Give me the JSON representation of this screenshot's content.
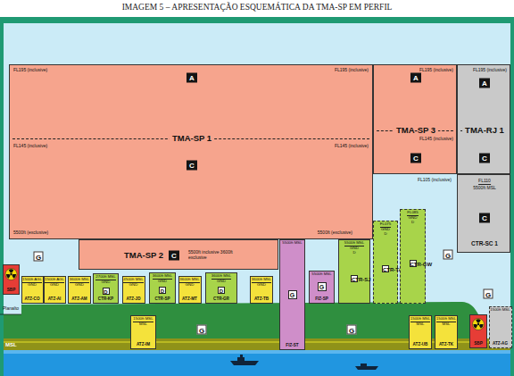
{
  "diagram": {
    "title": "IMAGEM 5 – APRESENTAÇÃO ESQUEMÁTICA DA TMA-SP EM PERFIL",
    "nodes": [
      {
        "text": [
          "FL195 (inclusive)",
          "FL195 (inclusive)",
          "A",
          "TMA-SP 1",
          "FL145 (inclusive)",
          "FL145 (inclusive)",
          "C",
          "5500ft (exclusive)",
          "5500ft (exclusive)"
        ]
      },
      {
        "text": [
          "FL195 (inclusive)",
          "A",
          "TMA-SP 3",
          "FL145 (inclusive)",
          "C"
        ]
      },
      {
        "text": [
          "FL195 (inclusive)",
          "A",
          "TMA-RJ 1",
          "C"
        ]
      },
      {
        "text": [
          "FL110",
          "5500ft MSL",
          "C",
          "CTR-SC 1"
        ]
      },
      {
        "text": [
          "TMA-SP 2",
          "C",
          "5500ft inclusive 3600ft exclusive"
        ]
      },
      {
        "text": [
          "SBP"
        ]
      },
      {
        "text": [
          "1500ft AGL",
          "GND",
          "ATZ-CO"
        ]
      },
      {
        "text": [
          "1500ft AGL",
          "GND",
          "ATZ-AI"
        ]
      },
      {
        "text": [
          "3600ft MSL",
          "GND",
          "ATZ-AM"
        ]
      },
      {
        "text": [
          "2700ft MSL",
          "GND",
          "D",
          "CTR-KP"
        ]
      },
      {
        "text": [
          "4500ft MSL",
          "GND",
          "ATZ-JD"
        ]
      },
      {
        "text": [
          "3600ft MSL",
          "GND",
          "D",
          "CTR-SP"
        ]
      },
      {
        "text": [
          "3600ft MSL",
          "GND",
          "ATZ-MT"
        ]
      },
      {
        "text": [
          "3600ft MSL",
          "GND",
          "D",
          "CTR-GR"
        ]
      },
      {
        "text": [
          "3600ft MSL",
          "GND",
          "ATZ-TB"
        ]
      },
      {
        "text": [
          "5500ft MSL",
          "G",
          "FIZ-ST"
        ]
      },
      {
        "text": [
          "5500ft MSL",
          "G",
          "FIZ-SP"
        ]
      },
      {
        "text": [
          "5500ft MSL",
          "GND",
          "D",
          "CTR-SJ"
        ]
      },
      {
        "text": [
          "FL075",
          "GND",
          "D",
          "CTR-TA"
        ]
      },
      {
        "text": [
          "FL085",
          "GND",
          "D",
          "CTR-GW"
        ]
      },
      {
        "text": [
          "1500ft MSL",
          "MSL",
          "ATZ-IM"
        ]
      },
      {
        "text": [
          "1500ft MSL",
          "MSL",
          "ATZ-UB"
        ]
      },
      {
        "text": [
          "1500ft MSL",
          "MSL",
          "ATZ-TK"
        ]
      },
      {
        "text": [
          "SBP"
        ]
      },
      {
        "text": [
          "1500ft MSL",
          "ATZ-AG"
        ]
      }
    ],
    "labels": [
      "FL105 (inclusive)",
      "G",
      "G",
      "G",
      "G",
      "Planalto",
      "G",
      "G",
      "MSL"
    ]
  }
}
